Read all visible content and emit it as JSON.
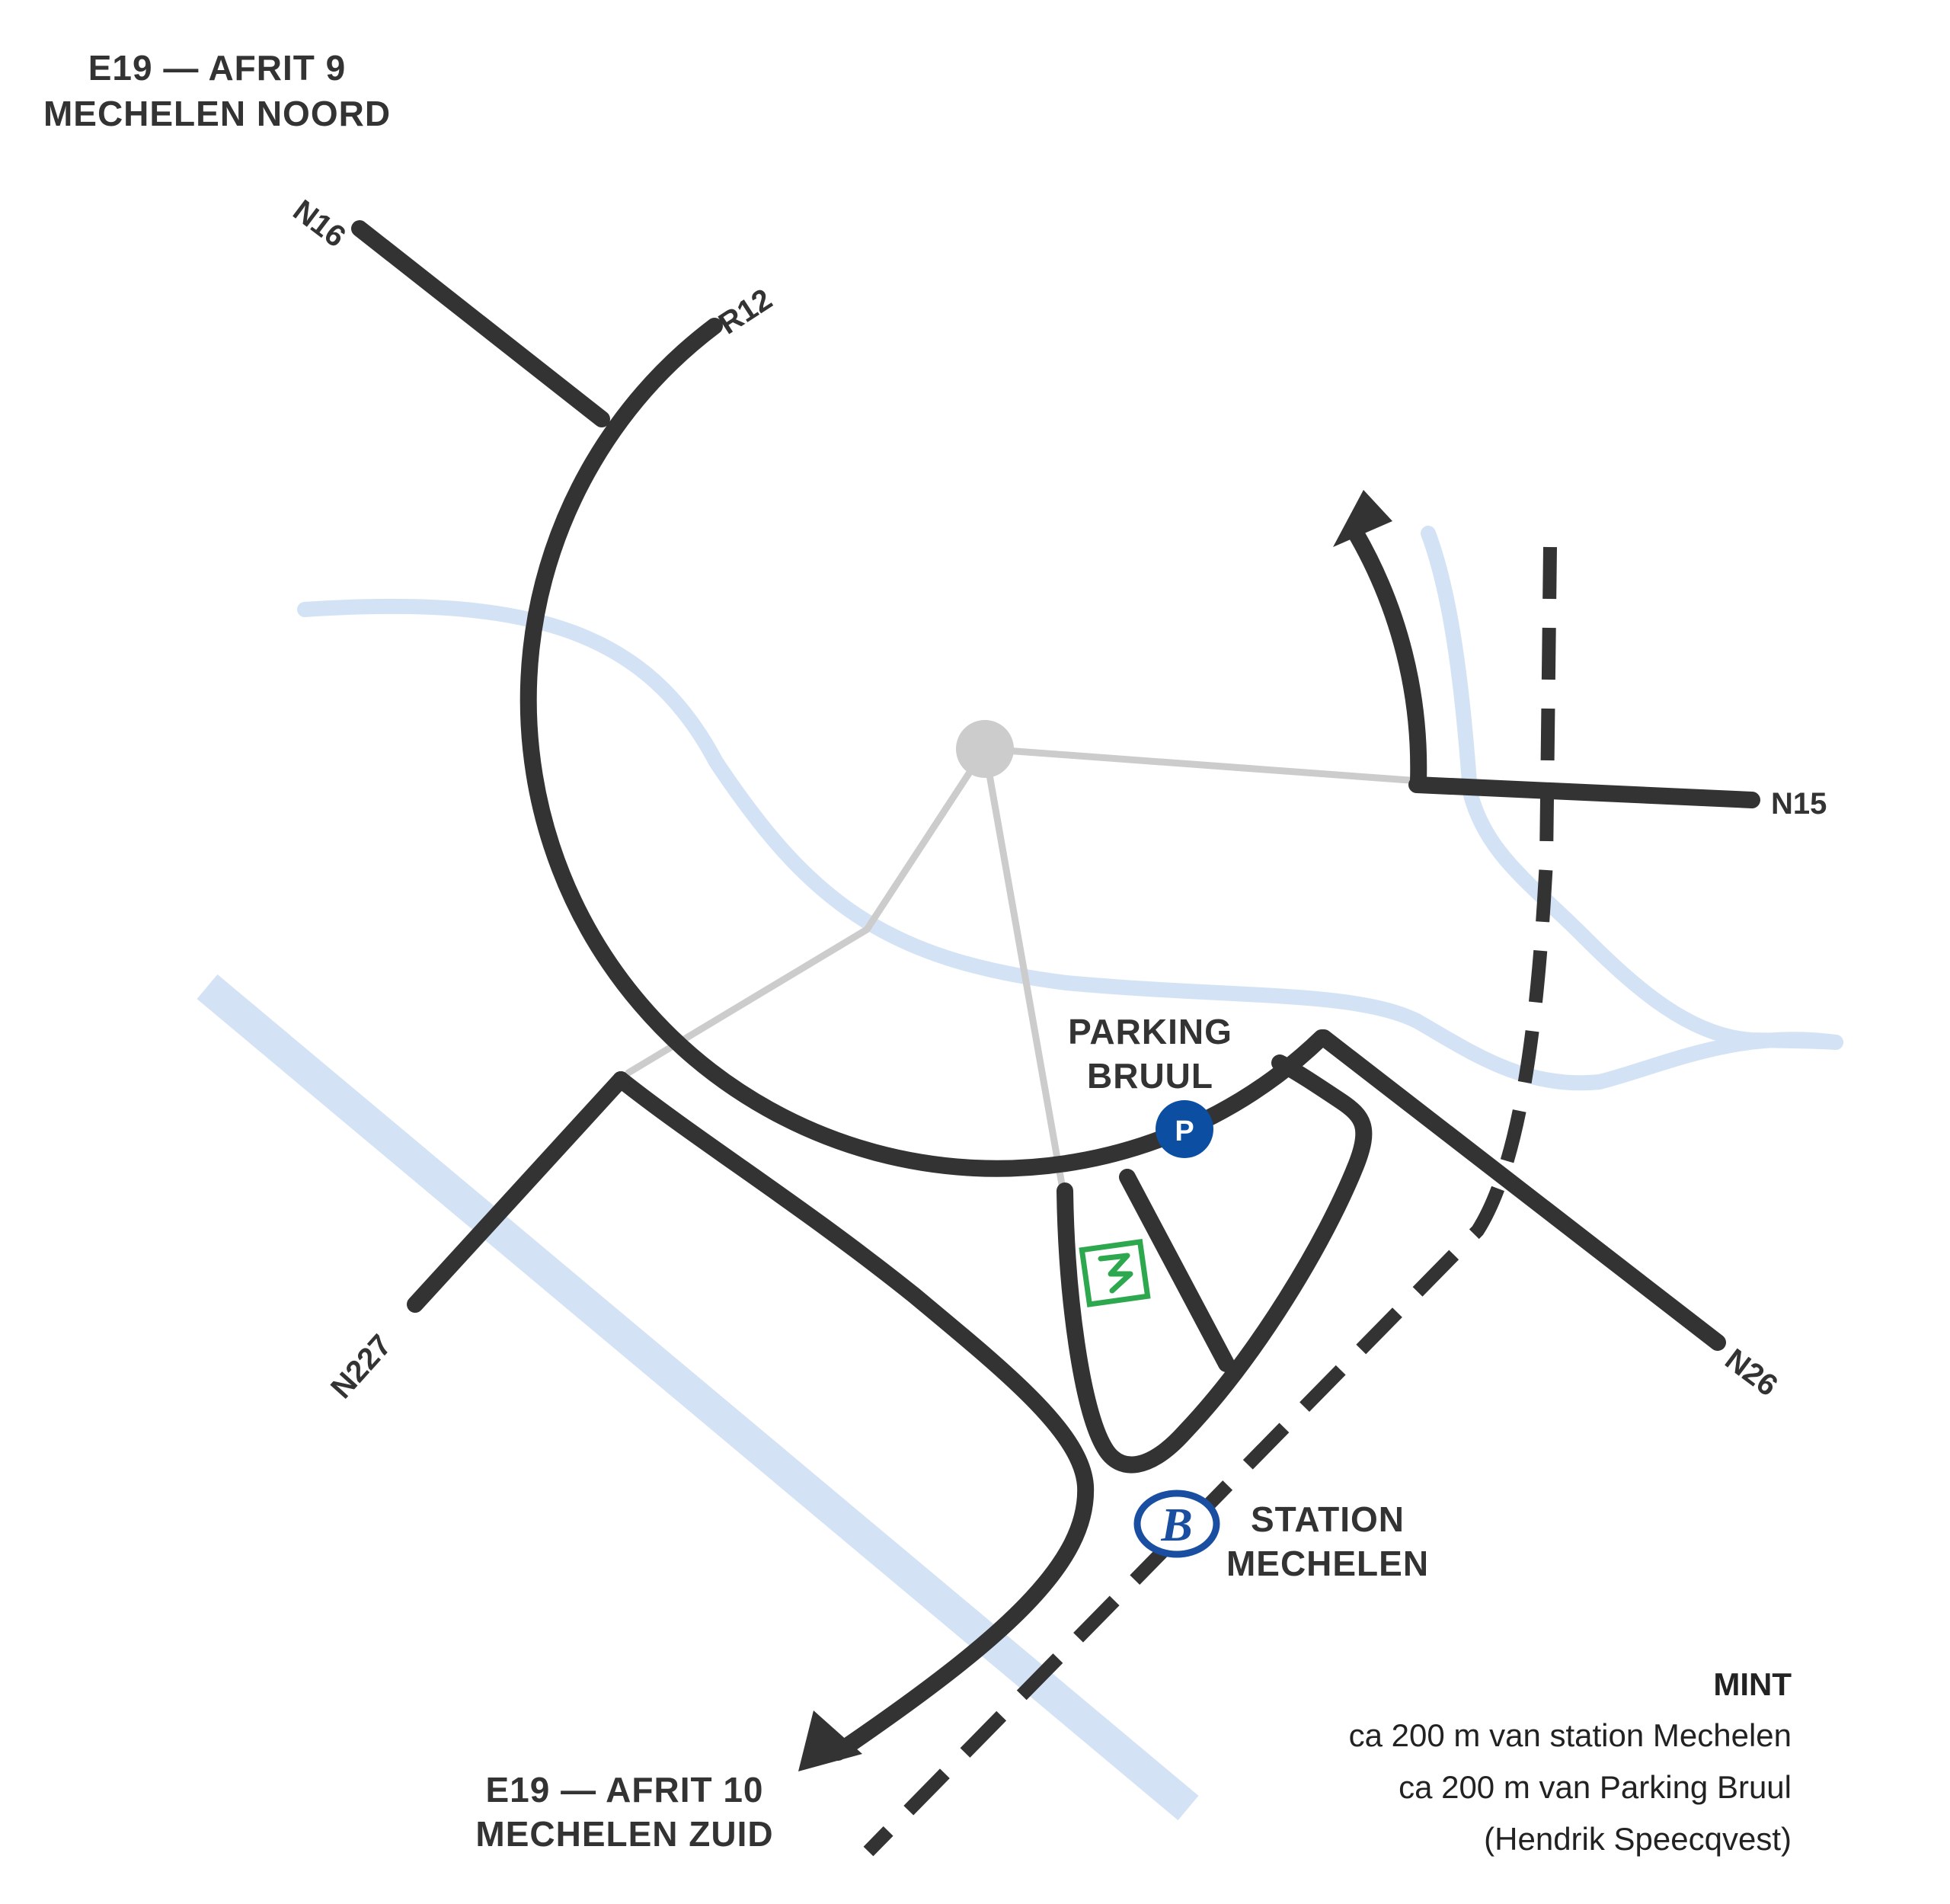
{
  "exits": {
    "north_line1": "E19 — AFRIT 9",
    "north_line2": "MECHELEN NOORD",
    "south_line1": "E19 — AFRIT 10",
    "south_line2": "MECHELEN ZUID"
  },
  "roads": {
    "n16": "N16",
    "r12": "R12",
    "n15": "N15",
    "n26": "N26",
    "n227": "N227"
  },
  "parking": {
    "line1": "PARKING",
    "line2": "BRUUL",
    "symbol": "P"
  },
  "station": {
    "line1": "STATION",
    "line2": "MECHELEN",
    "symbol": "B"
  },
  "info": {
    "title": "MINT",
    "lines": [
      "ca 200 m van station Mechelen",
      "ca 200 m van Parking Bruul",
      "(Hendrik Speecqvest)"
    ]
  },
  "colors": {
    "road": "#333333",
    "water": "#d3e3f5",
    "connector": "#cccccc",
    "parking": "#0b4ea2",
    "station": "#1a4ea0",
    "mint_marker": "#2ea84e"
  },
  "icons": {
    "parking": "parking-icon",
    "station": "nmbs-station-icon",
    "mint": "mint-location-icon"
  }
}
